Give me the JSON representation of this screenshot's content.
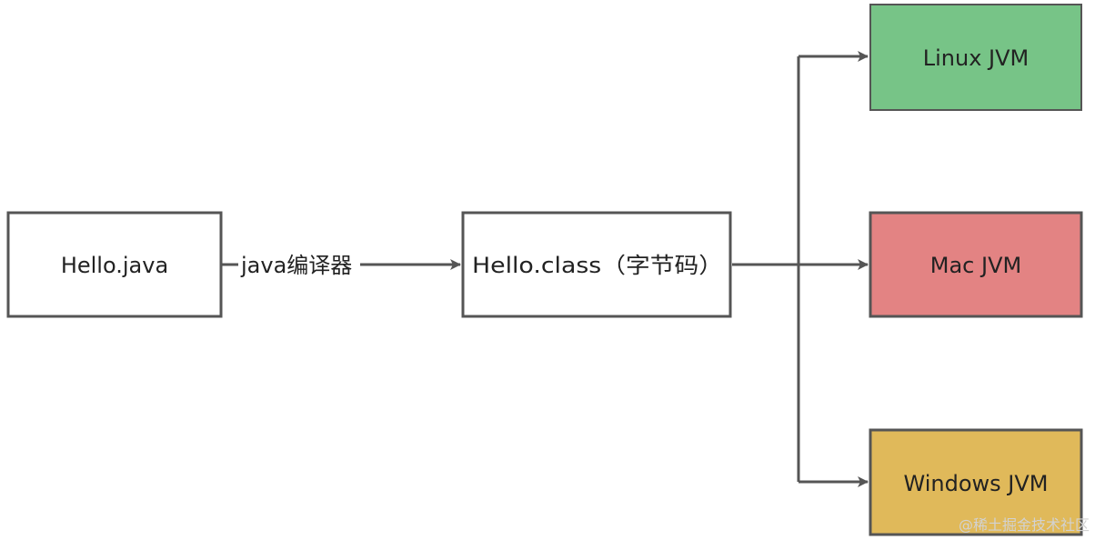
{
  "nodes": {
    "source": {
      "label": "Hello.java",
      "fill": "#ffffff"
    },
    "bytecode": {
      "label": "Hello.class（字节码）",
      "fill": "#ffffff"
    },
    "linux": {
      "label": "Linux JVM",
      "fill": "#77c487"
    },
    "mac": {
      "label": "Mac JVM",
      "fill": "#e38383"
    },
    "windows": {
      "label": "Windows JVM",
      "fill": "#e0b95a"
    }
  },
  "edges": {
    "compile": {
      "label": "java编译器"
    }
  },
  "colors": {
    "border": "#555555",
    "line": "#555555",
    "text": "#222222"
  },
  "watermark": "@稀土掘金技术社区"
}
